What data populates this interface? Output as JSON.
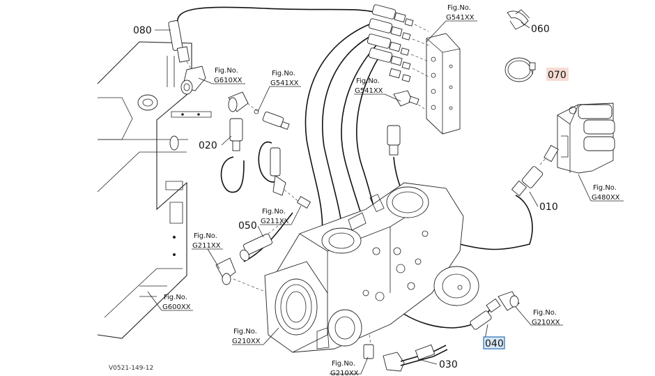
{
  "drawing_code": "V0521-149-12",
  "parts": {
    "p080": "080",
    "p060": "060",
    "p070": "070",
    "p020": "020",
    "p010": "010",
    "p050": "050",
    "p040": "040",
    "p030": "030"
  },
  "fig_refs": {
    "g541_top": {
      "label": "Fig.No.",
      "code": "G541XX"
    },
    "g610": {
      "label": "Fig.No.",
      "code": "G610XX"
    },
    "g541_mid": {
      "label": "Fig.No.",
      "code": "G541XX"
    },
    "g541_right": {
      "label": "Fig.No.",
      "code": "G541XX"
    },
    "g480": {
      "label": "Fig.No.",
      "code": "G480XX"
    },
    "g211_mid": {
      "label": "Fig.No.",
      "code": "G211XX"
    },
    "g211_left": {
      "label": "Fig.No.",
      "code": "G211XX"
    },
    "g600": {
      "label": "Fig.No.",
      "code": "G600XX"
    },
    "g210_right": {
      "label": "Fig.No.",
      "code": "G210XX"
    },
    "g210_mid": {
      "label": "Fig.No.",
      "code": "G210XX"
    },
    "g210_bot": {
      "label": "Fig.No.",
      "code": "G210XX"
    }
  },
  "highlights": {
    "p070": "#f6dcd4",
    "p040": "#d8e8f7"
  }
}
